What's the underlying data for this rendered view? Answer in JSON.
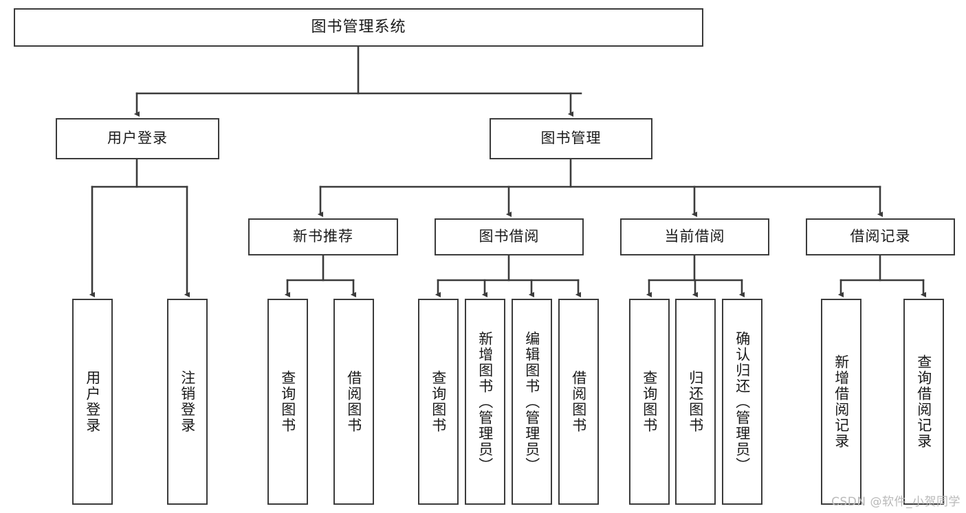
{
  "diagram": {
    "type": "tree",
    "title": "图书管理系统",
    "watermark": "CSDN @软件_小贺同学",
    "colors": {
      "box_border": "#3b3b3b",
      "box_fill": "#ffffff",
      "connector": "#3b3b3b",
      "text": "#1a1a1a",
      "watermark": "#b9b9b9"
    },
    "root": {
      "label": "图书管理系统"
    },
    "level2": [
      {
        "label": "用户登录"
      },
      {
        "label": "图书管理"
      }
    ],
    "level3": [
      {
        "label": "新书推荐"
      },
      {
        "label": "图书借阅"
      },
      {
        "label": "当前借阅"
      },
      {
        "label": "借阅记录"
      }
    ],
    "leaves": {
      "user_login": [
        {
          "label": "用户登录"
        },
        {
          "label": "注销登录"
        }
      ],
      "new_book": [
        {
          "label": "查询图书"
        },
        {
          "label": "借阅图书"
        }
      ],
      "book_borrow": [
        {
          "label": "查询图书"
        },
        {
          "label": "新增图书（管理员）"
        },
        {
          "label": "编辑图书（管理员）"
        },
        {
          "label": "借阅图书"
        }
      ],
      "current_borrow": [
        {
          "label": "查询图书"
        },
        {
          "label": "归还图书"
        },
        {
          "label": "确认归还（管理员）"
        }
      ],
      "borrow_record": [
        {
          "label": "新增借阅记录"
        },
        {
          "label": "查询借阅记录"
        }
      ]
    }
  }
}
